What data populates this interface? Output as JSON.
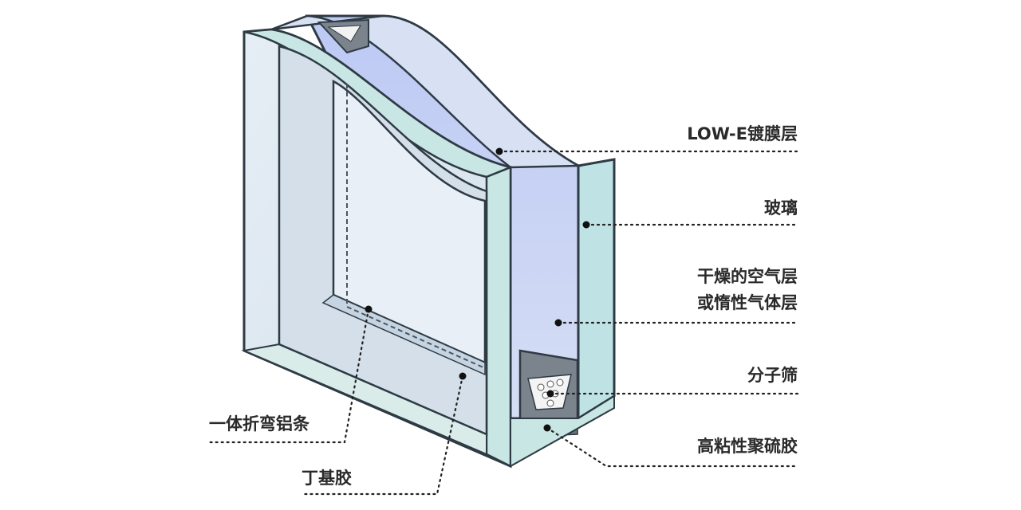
{
  "labels": {
    "low_e": "LOW-E镀膜层",
    "glass": "玻璃",
    "air_line1": "干燥的空气层",
    "air_line2": "或惰性气体层",
    "sieve": "分子筛",
    "polysulfide": "高粘性聚硫胶",
    "aluminum": "一体折弯铝条",
    "butyl": "丁基胶"
  },
  "colors": {
    "outline": "#2e3a44",
    "glass_front": "#dde8f1",
    "glass_inner": "#c9d8e6",
    "glass_edge": "#bfe3e4",
    "air_gap": "#c6d2f2",
    "spacer": "#7b838c",
    "leader": "#222222"
  }
}
